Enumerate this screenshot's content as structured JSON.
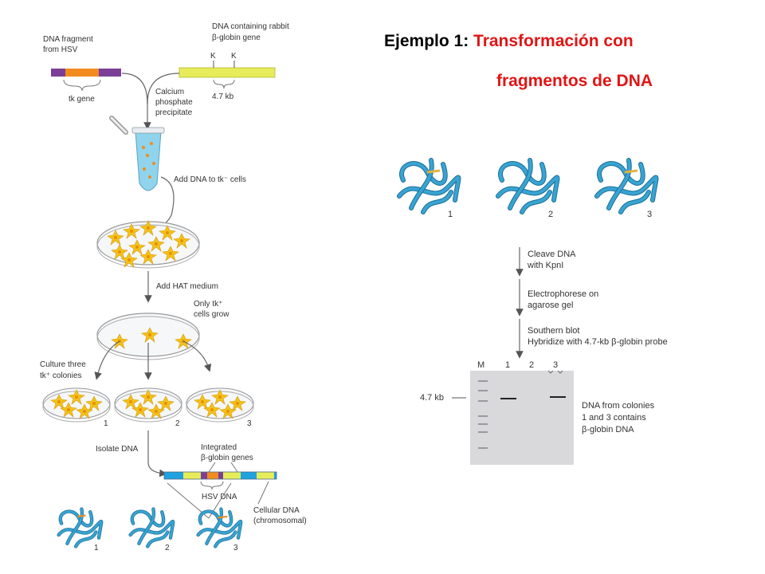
{
  "title": {
    "prefix": "Ejemplo 1: ",
    "highlight": "Transformación con",
    "line2": "fragmentos de DNA"
  },
  "left": {
    "hsv_label_1": "DNA fragment",
    "hsv_label_2": "from HSV",
    "rabbit_label_1": "DNA containing rabbit",
    "rabbit_label_2": "β-globin gene",
    "k1": "K",
    "k2": "K",
    "tk_gene": "tk gene",
    "kb": "4.7 kb",
    "calcium_1": "Calcium",
    "calcium_2": "phosphate",
    "calcium_3": "precipitate",
    "add_dna": "Add DNA to tk⁻ cells",
    "add_hat": "Add HAT medium",
    "only_tk_1": "Only tk⁺",
    "only_tk_2": "cells grow",
    "culture_1": "Culture three",
    "culture_2": "tk⁺ colonies",
    "dish_1": "1",
    "dish_2": "2",
    "dish_3": "3",
    "isolate": "Isolate DNA",
    "integrated_1": "Integrated",
    "integrated_2": "β-globin genes",
    "hsv_dna": "HSV DNA",
    "cellular_1": "Cellular DNA",
    "cellular_2": "(chromosomal)",
    "tangle_1": "1",
    "tangle_2": "2",
    "tangle_3": "3"
  },
  "right": {
    "tangle_1": "1",
    "tangle_2": "2",
    "tangle_3": "3",
    "cleave_1": "Cleave DNA",
    "cleave_2": "with KpnI",
    "electro_1": "Electrophorese on",
    "electro_2": "agarose gel",
    "southern_1": "Southern blot",
    "southern_2": "Hybridize with 4.7-kb β-globin probe",
    "lane_m": "M",
    "lane_1": "1",
    "lane_2": "2",
    "lane_3": "3",
    "kb_marker": "4.7 kb",
    "result_1": "DNA from colonies",
    "result_2": "1 and 3 contains",
    "result_3": "β-globin DNA"
  },
  "colors": {
    "title_red": "#e01515",
    "dna_blue": "#2a8fbf",
    "tk_orange": "#f28c1e",
    "hsv_purple": "#7b3f98",
    "globin_yellow": "#e6ec5a",
    "cell_yellow": "#f4c21a",
    "gel_gray": "#d9d9dc"
  }
}
